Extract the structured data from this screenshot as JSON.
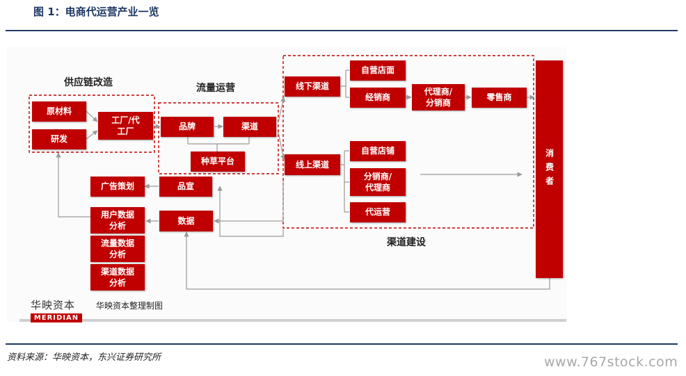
{
  "figure": {
    "title": "图 1：电商代运营产业一览",
    "source": "资料来源：华映资本，东兴证券研究所",
    "watermark": "www.767stock.com"
  },
  "diagram": {
    "groups": {
      "supply_chain": "供应链改造",
      "traffic_ops": "流量运营",
      "channel_build": "渠道建设"
    },
    "nodes": {
      "raw_material": "原材料",
      "rnd": "研发",
      "factory": "工厂/代\n工厂",
      "brand": "品牌",
      "channel": "渠道",
      "seeding_platform": "种草平台",
      "promotion": "品宣",
      "ad_planning": "广告策划",
      "data": "数据",
      "user_data": "用户数据\n分析",
      "traffic_data": "流量数据\n分析",
      "channel_data": "渠道数据\n分析",
      "offline": "线下渠道",
      "self_store": "自营店面",
      "distributor": "经销商",
      "agent": "代理商/\n分销商",
      "retailer": "零售商",
      "online": "线上渠道",
      "self_shop": "自营店铺",
      "sub_distributor": "分销商/\n代理商",
      "tp_operator": "代运营",
      "consumer": "消费者"
    },
    "credit": {
      "logo_cn": "华映资本",
      "logo_en": "MERIDIAN",
      "note": "华映资本整理制图"
    }
  },
  "colors": {
    "box": "#c00000",
    "title": "#1f3864",
    "line": "#9a9a9a",
    "dash": "#c00000"
  }
}
